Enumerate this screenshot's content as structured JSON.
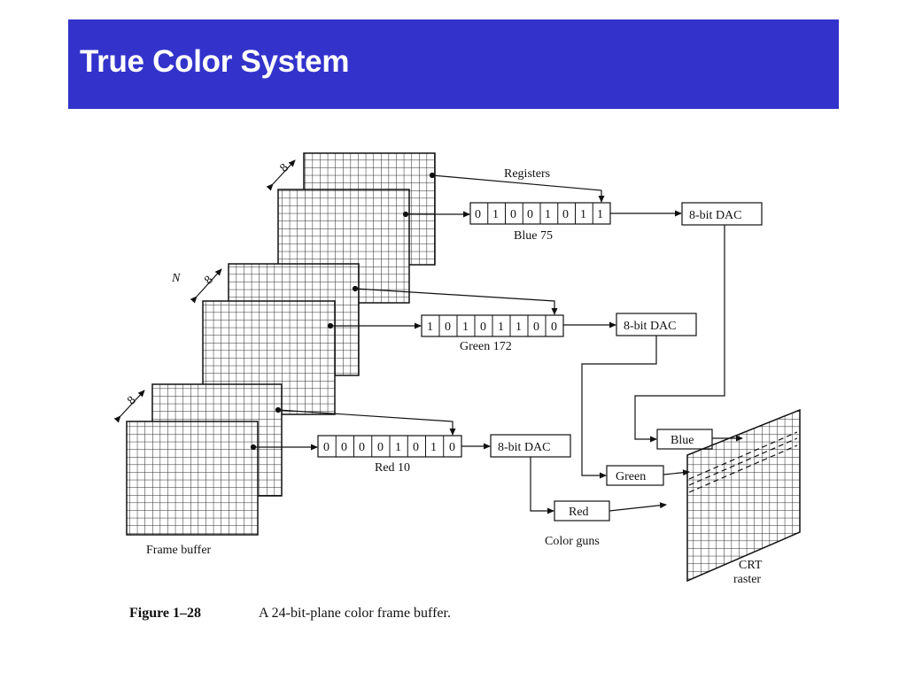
{
  "slide": {
    "title": "True Color System"
  },
  "figure": {
    "registers_label": "Registers",
    "registers": [
      {
        "bits": [
          "0",
          "1",
          "0",
          "0",
          "1",
          "0",
          "1",
          "1"
        ],
        "caption": "Blue 75"
      },
      {
        "bits": [
          "1",
          "0",
          "1",
          "0",
          "1",
          "1",
          "0",
          "0"
        ],
        "caption": "Green 172"
      },
      {
        "bits": [
          "0",
          "0",
          "0",
          "0",
          "1",
          "0",
          "1",
          "0"
        ],
        "caption": "Red 10"
      }
    ],
    "dac_label": "8-bit DAC",
    "guns": [
      "Blue",
      "Green",
      "Red"
    ],
    "color_guns_label": "Color guns",
    "frame_buffer_label": "Frame buffer",
    "n_label": "N",
    "bit_depth_mark": "8",
    "crt_label_line1": "CRT",
    "crt_label_line2": "raster",
    "caption_number": "Figure 1–28",
    "caption_text": "A 24-bit-plane color frame buffer."
  },
  "colors": {
    "title_bar": "#3333cc",
    "title_text": "#ffffff"
  }
}
